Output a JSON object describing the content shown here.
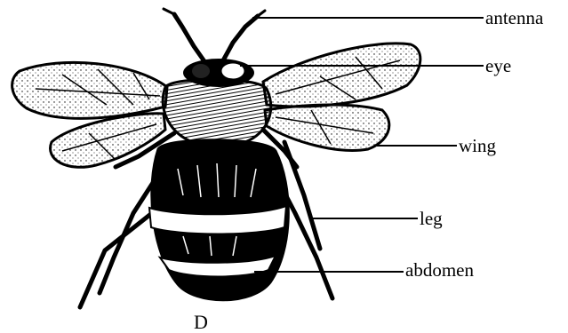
{
  "labels": {
    "antenna": "antenna",
    "eye": "eye",
    "wing": "wing",
    "leg": "leg",
    "abdomen": "abdomen"
  },
  "cut_text": "D",
  "colors": {
    "ink": "#000000",
    "background": "#ffffff"
  }
}
